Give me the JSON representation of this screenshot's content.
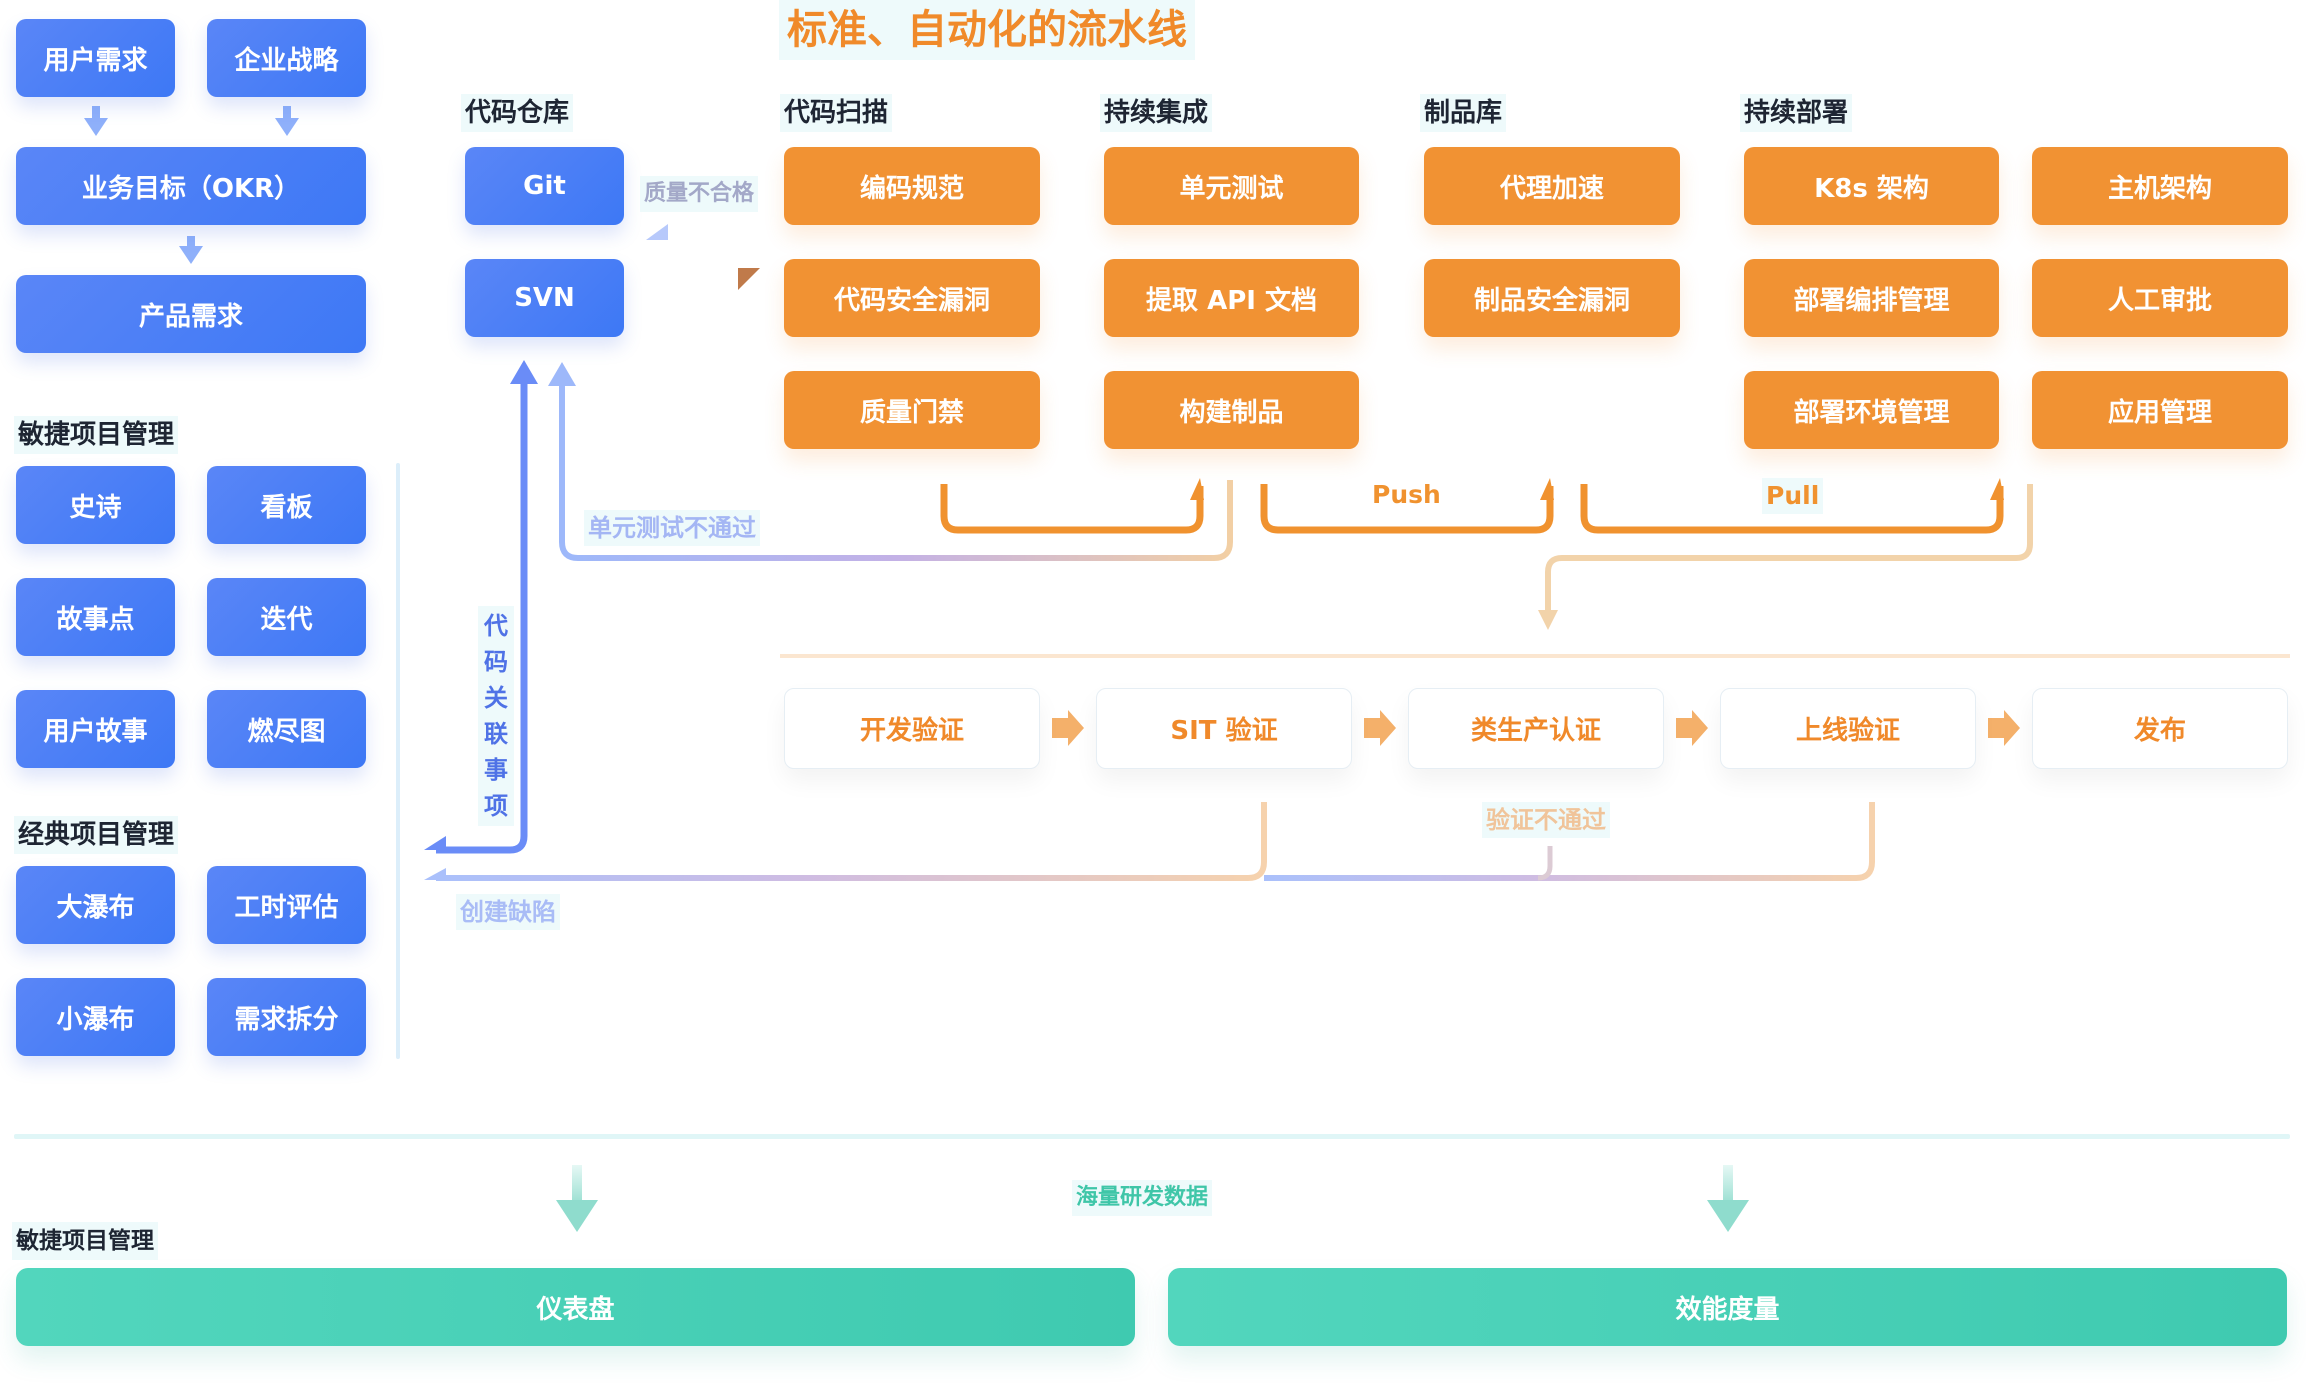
{
  "title": "标准、自动化的流水线",
  "left": {
    "top_sources": [
      "用户需求",
      "企业战略"
    ],
    "okr": "业务目标（OKR）",
    "product_req": "产品需求",
    "agile": {
      "label": "敏捷项目管理",
      "items": [
        "史诗",
        "看板",
        "故事点",
        "迭代",
        "用户故事",
        "燃尽图"
      ]
    },
    "classic": {
      "label": "经典项目管理",
      "items": [
        "大瀑布",
        "工时评估",
        "小瀑布",
        "需求拆分"
      ]
    }
  },
  "repo": {
    "label": "代码仓库",
    "items": [
      "Git",
      "SVN"
    ]
  },
  "quality_fail": "质量不合格",
  "code_link": "代码关联事项",
  "columns": [
    {
      "label": "代码扫描",
      "items": [
        "编码规范",
        "代码安全漏洞",
        "质量门禁"
      ]
    },
    {
      "label": "持续集成",
      "items": [
        "单元测试",
        "提取 API 文档",
        "构建制品"
      ]
    },
    {
      "label": "制品库",
      "items": [
        "代理加速",
        "制品安全漏洞"
      ]
    },
    {
      "label": "持续部署",
      "items": [
        "K8s 架构",
        "部署编排管理",
        "部署环境管理"
      ]
    },
    {
      "label": "",
      "items": [
        "主机架构",
        "人工审批",
        "应用管理"
      ]
    }
  ],
  "flow_labels": {
    "push": "Push",
    "pull": "Pull",
    "unit_fail": "单元测试不通过",
    "verify_fail": "验证不通过",
    "create_defect": "创建缺陷"
  },
  "stages": [
    "开发验证",
    "SIT 验证",
    "类生产认证",
    "上线验证",
    "发布"
  ],
  "bottom": {
    "label": "敏捷项目管理",
    "data_label": "海量研发数据",
    "bars": [
      "仪表盘",
      "效能度量"
    ]
  },
  "colors": {
    "blue": "#4a7ef6",
    "orange": "#f19233",
    "teal": "#45cfb4",
    "title": "#f08a2a"
  }
}
